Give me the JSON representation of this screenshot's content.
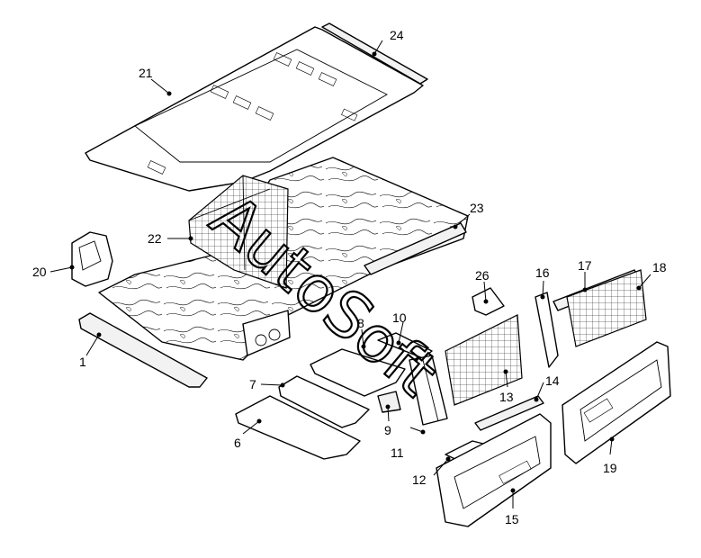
{
  "watermark": "AutoSoft",
  "callouts": [
    {
      "label": "24"
    },
    {
      "label": "21"
    },
    {
      "label": "23"
    },
    {
      "label": "22"
    },
    {
      "label": "20"
    },
    {
      "label": "26"
    },
    {
      "label": "16"
    },
    {
      "label": "17"
    },
    {
      "label": "18"
    },
    {
      "label": "8"
    },
    {
      "label": "10"
    },
    {
      "label": "1"
    },
    {
      "label": "7"
    },
    {
      "label": "14"
    },
    {
      "label": "13"
    },
    {
      "label": "9"
    },
    {
      "label": "11"
    },
    {
      "label": "6"
    },
    {
      "label": "12"
    },
    {
      "label": "19"
    },
    {
      "label": "15"
    }
  ]
}
